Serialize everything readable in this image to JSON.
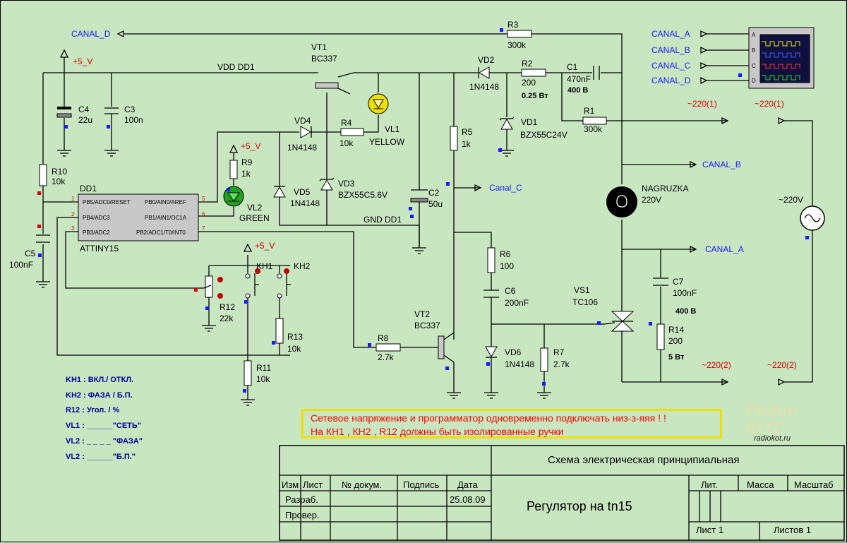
{
  "labels": {
    "canal_d_top": "CANAL_D",
    "canal_b_right": "CANAL_B",
    "canal_c": "Canal_C",
    "canal_a_right": "CANAL_A",
    "scope_in": [
      "CANAL_A",
      "CANAL_B",
      "CANAL_C",
      "CANAL_D"
    ],
    "scope_ch": [
      "A",
      "B",
      "C",
      "D"
    ],
    "vcc": "+5_V",
    "vcc2": "+5_V",
    "vcc3": "+5_V",
    "vdd": "VDD DD1",
    "gnd": "GND DD1",
    "mains1_left": "~220(1)",
    "mains1_right": "~220(1)",
    "mains2_left": "~220(2)",
    "mains2_right": "~220(2)",
    "source": "~220V"
  },
  "components": {
    "c4": [
      "C4",
      "22u"
    ],
    "c3": [
      "C3",
      "100n"
    ],
    "r10": [
      "R10",
      "10k"
    ],
    "c5": [
      "C5",
      "100nF"
    ],
    "dd1": "DD1",
    "mcu": "ATTINY15",
    "pins_left": [
      "PB5/ADC0/RESET",
      "PB4/ADC3",
      "PB3/ADC2"
    ],
    "pins_right": [
      "PB0/AIN0/AREF",
      "PB1/AIN1/OC1A",
      "PB2/ADC1/T0/INT0"
    ],
    "pin_nums_left": [
      "1",
      "2",
      "3"
    ],
    "pin_nums_right": [
      "5",
      "6",
      "7"
    ],
    "r9": [
      "R9",
      "1k"
    ],
    "vl2": [
      "VL2",
      "GREEN"
    ],
    "vt1": [
      "VT1",
      "BC337"
    ],
    "vd4": [
      "VD4",
      "1N4148"
    ],
    "r4": [
      "R4",
      "10k"
    ],
    "vl1": [
      "VL1",
      "YELLOW"
    ],
    "vd5": [
      "VD5",
      "1N4148"
    ],
    "vd3": [
      "VD3",
      "BZX55C5.6V"
    ],
    "c2": [
      "C2",
      "50u"
    ],
    "r3": [
      "R3",
      "300k"
    ],
    "vd2": [
      "VD2",
      "1N4148"
    ],
    "r2": [
      "R2",
      "200",
      "0.25 Вт"
    ],
    "c1": [
      "C1",
      "470nF",
      "400 В"
    ],
    "vd1": [
      "VD1",
      "BZX55C24V"
    ],
    "r1": [
      "R1",
      "300k"
    ],
    "r5": [
      "R5",
      "1k"
    ],
    "load": [
      "NAGRUZKA",
      "220V"
    ],
    "r12": [
      "R12",
      "22k"
    ],
    "kn1": "KH1",
    "kn2": "KH2",
    "r13": [
      "R13",
      "10k"
    ],
    "r11": [
      "R11",
      "10k"
    ],
    "r6": [
      "R6",
      "100"
    ],
    "c6": [
      "C6",
      "200nF"
    ],
    "vs1": [
      "VS1",
      "TC106"
    ],
    "c7": [
      "C7",
      "100nF",
      "400 В"
    ],
    "r14": [
      "R14",
      "200",
      "5 Вт"
    ],
    "vt2": [
      "VT2",
      "BC337"
    ],
    "r8": [
      "R8",
      "2.7k"
    ],
    "vd6": [
      "VD6",
      "1N4148"
    ],
    "r7": [
      "R7",
      "2.7k"
    ]
  },
  "legend": [
    "KH1 :   ВКЛ./ ОТКЛ.",
    "KH2 :  ФАЗА / Б.П.",
    "R12 :   Угол. / %",
    "VL1 : ______\"СЕТЬ\"",
    "VL2 : _ _ _ _ \"ФАЗА\"",
    "VL2 : ______\"Б.П.\""
  ],
  "warning": [
    "Сетевое напряжение и программатор одновременно подключать низ-з-яяя ! !",
    "На КН1 , КН2 , R12  должны быть изолированные ручки"
  ],
  "logo": {
    "line1": "Радио КОТ",
    "line2": "radiokot.ru"
  },
  "title_block": {
    "doc_title": "Схема электрическая принципиальная",
    "headers": [
      "Изм",
      "Лист",
      "№ докум.",
      "Подпись",
      "Дата"
    ],
    "row_dev": "Разраб.",
    "row_check": "Провер.",
    "date": "25.08.09",
    "name": "Регулятор на tn15",
    "lit": "Лит.",
    "mass": "Масса",
    "scale": "Масштаб",
    "sheet": "Лист 1",
    "sheets": "Листов 1"
  },
  "colors": {
    "background": "#c8e6c0",
    "net_label": "#1a1aff",
    "power_label": "#e00000",
    "warning": "#ff0000",
    "highlight": "#f0e000"
  }
}
